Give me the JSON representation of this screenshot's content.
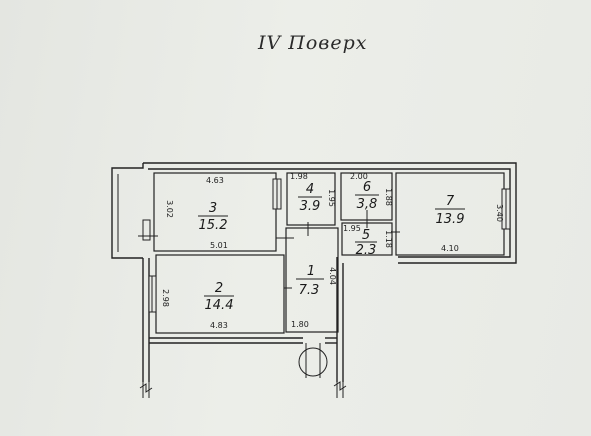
{
  "title": "IV Поверх",
  "rooms": [
    {
      "number": "1",
      "area": "7.3"
    },
    {
      "number": "2",
      "area": "14.4"
    },
    {
      "number": "3",
      "area": "15.2"
    },
    {
      "number": "4",
      "area": "3.9"
    },
    {
      "number": "5",
      "area": "2.3"
    },
    {
      "number": "6",
      "area": "3,8"
    },
    {
      "number": "7",
      "area": "13.9"
    }
  ],
  "dimensions": {
    "r3_top": "4.63",
    "r3_side": "3.02",
    "r3_bottom": "5.01",
    "r2_side": "2.98",
    "r2_bottom": "4.83",
    "r4_top": "1.98",
    "r4_side": "1.95",
    "r6_top": "2.00",
    "r6_side": "1.88",
    "r5_top": "1.95",
    "r5_side": "1.18",
    "r7_side": "3.40",
    "r7_bottom": "4.10",
    "r1_side": "4.04",
    "r1_bottom": "1.80"
  }
}
